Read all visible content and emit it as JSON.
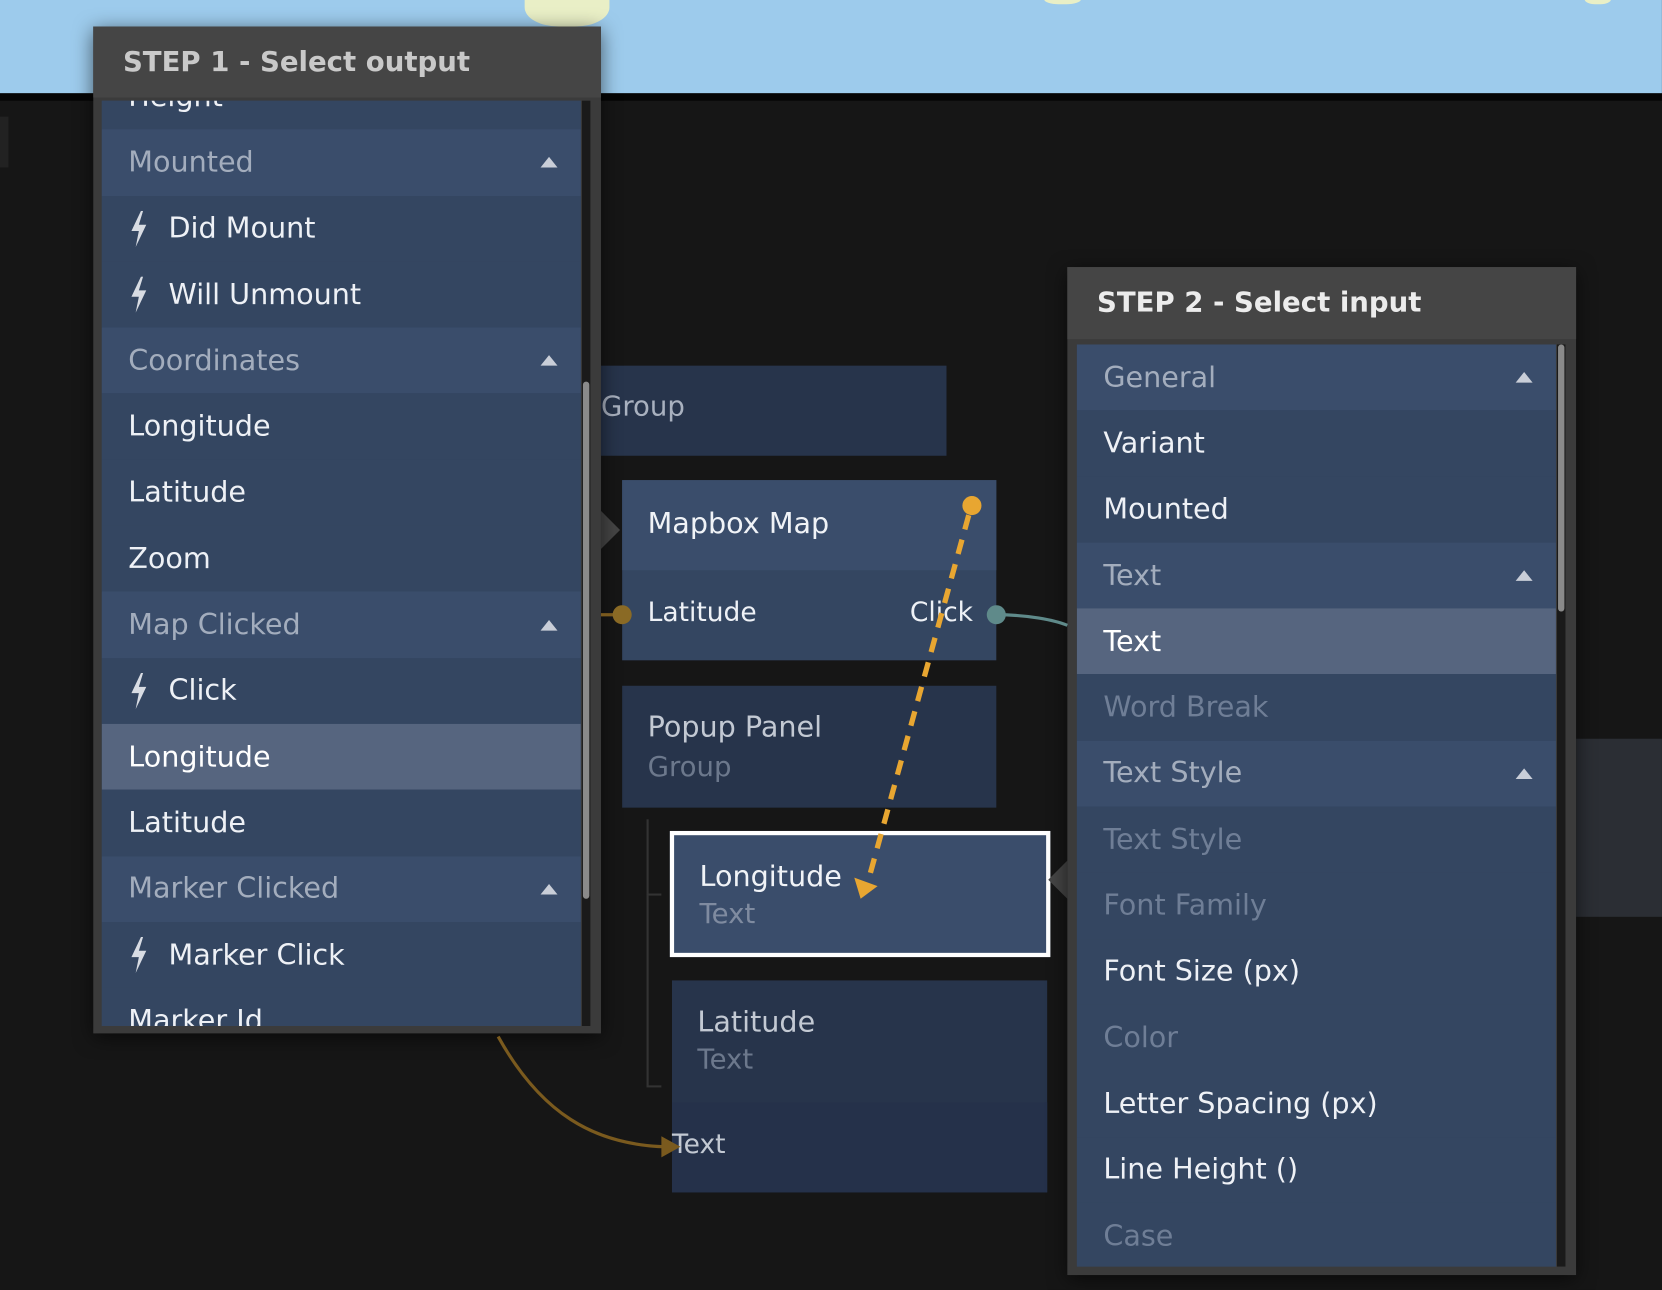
{
  "step1": {
    "title": "STEP 1 - Select output",
    "rows": [
      {
        "label": "Height",
        "kind": "item"
      },
      {
        "label": "Mounted",
        "kind": "hdr"
      },
      {
        "label": "Did Mount",
        "kind": "item",
        "icon": "lightning-icon"
      },
      {
        "label": "Will Unmount",
        "kind": "item",
        "icon": "lightning-icon"
      },
      {
        "label": "Coordinates",
        "kind": "hdr"
      },
      {
        "label": "Longitude",
        "kind": "item"
      },
      {
        "label": "Latitude",
        "kind": "item"
      },
      {
        "label": "Zoom",
        "kind": "item"
      },
      {
        "label": "Map Clicked",
        "kind": "hdr"
      },
      {
        "label": "Click",
        "kind": "item",
        "icon": "lightning-icon"
      },
      {
        "label": "Longitude",
        "kind": "sel"
      },
      {
        "label": "Latitude",
        "kind": "item"
      },
      {
        "label": "Marker Clicked",
        "kind": "hdr"
      },
      {
        "label": "Marker Click",
        "kind": "item",
        "icon": "lightning-icon"
      },
      {
        "label": "Marker Id",
        "kind": "item"
      }
    ]
  },
  "step2": {
    "title": "STEP 2 - Select input",
    "rows": [
      {
        "label": "General",
        "kind": "hdr"
      },
      {
        "label": "Variant",
        "kind": "item"
      },
      {
        "label": "Mounted",
        "kind": "item"
      },
      {
        "label": "Text",
        "kind": "hdr"
      },
      {
        "label": "Text",
        "kind": "sel"
      },
      {
        "label": "Word Break",
        "kind": "dim"
      },
      {
        "label": "Text Style",
        "kind": "hdr"
      },
      {
        "label": "Text Style",
        "kind": "dim"
      },
      {
        "label": "Font Family",
        "kind": "dim"
      },
      {
        "label": "Font Size (px)",
        "kind": "item"
      },
      {
        "label": "Color",
        "kind": "dim"
      },
      {
        "label": "Letter Spacing (px)",
        "kind": "item"
      },
      {
        "label": "Line Height ()",
        "kind": "item"
      },
      {
        "label": "Case",
        "kind": "dim"
      }
    ]
  },
  "nodes": {
    "group": {
      "subtitle": "Group"
    },
    "mapbox": {
      "title": "Mapbox Map",
      "port_in": "Latitude",
      "port_out": "Click"
    },
    "popup": {
      "title": "Popup Panel",
      "subtitle": "Group"
    },
    "longitude": {
      "title": "Longitude",
      "subtitle": "Text"
    },
    "latitude": {
      "title": "Latitude",
      "subtitle": "Text",
      "port_in": "Text"
    }
  },
  "colors": {
    "connection_drag": "#e8a631",
    "connection_signal": "#7a5a1e",
    "connection_teal": "#5f8a8a",
    "map_water": "#9dcbec"
  }
}
